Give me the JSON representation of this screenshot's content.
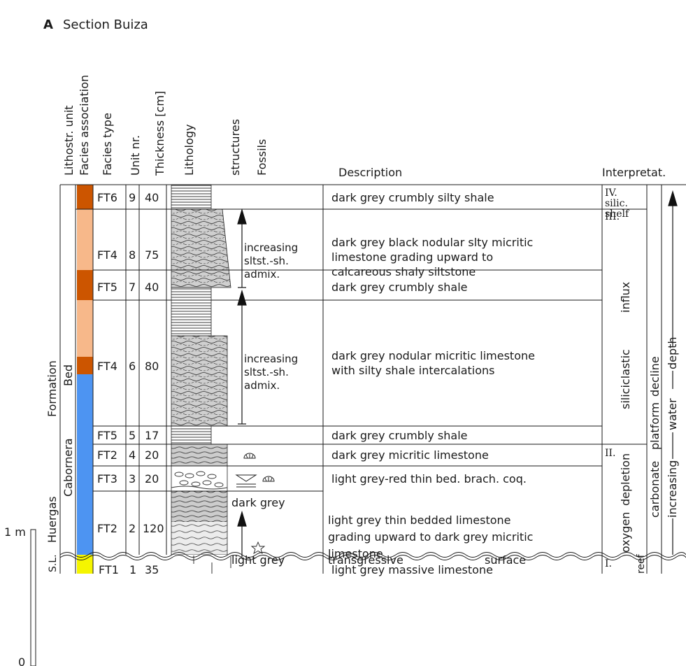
{
  "figure": {
    "panel_letter": "A",
    "panel_title": "Section Buiza"
  },
  "headers": {
    "lithostr_unit": "Lithostr. unit",
    "facies_association": "Facies association",
    "facies_type": "Facies type",
    "unit_nr": "Unit nr.",
    "thickness": "Thickness [cm]",
    "lithology": "Lithology",
    "structures": "structures",
    "fossils": "Fossils",
    "description": "Description",
    "interpretation": "Interpretat."
  },
  "lithostratigraphy": {
    "formation_line1": "Huergas",
    "formation_line2": "Formation",
    "bed_line1": "Cabornera",
    "bed_line2": "Bed",
    "sl": "S.L."
  },
  "scale": {
    "one_m": "1 m",
    "zero": "0"
  },
  "colors": {
    "ft6_ft5": "#cc5500",
    "ft4": "#f7b88a",
    "ft2_ft3": "#4d94f2",
    "ft1": "#f5f500",
    "lithology_fill": "#c8c8c8"
  },
  "units": [
    {
      "facies": "FT6",
      "nr": "9",
      "thickness": "40",
      "description": "dark grey crumbly silty shale"
    },
    {
      "facies": "FT4",
      "nr": "8",
      "thickness": "75",
      "description_lines": [
        "dark grey black nodular slty micritic",
        "limestone grading upward to",
        "calcareous shaly siltstone"
      ]
    },
    {
      "facies": "FT5",
      "nr": "7",
      "thickness": "40",
      "description": "dark grey crumbly shale"
    },
    {
      "facies": "FT4",
      "nr": "6",
      "thickness": "80",
      "description_lines": [
        "dark grey nodular micritic limestone",
        "with silty shale intercalations"
      ]
    },
    {
      "facies": "FT5",
      "nr": "5",
      "thickness": "17",
      "description": "dark grey crumbly shale"
    },
    {
      "facies": "FT2",
      "nr": "4",
      "thickness": "20",
      "description": "dark grey micritic limestone"
    },
    {
      "facies": "FT3",
      "nr": "3",
      "thickness": "20",
      "description": "light grey-red thin bed. brach. coq."
    },
    {
      "facies": "FT2",
      "nr": "2",
      "thickness": "120",
      "description_lines": [
        "light grey thin bedded limestone",
        "grading upward to dark grey micritic",
        "limestone"
      ]
    },
    {
      "facies": "FT1",
      "nr": "1",
      "thickness": "35",
      "description": "light grey massive limestone"
    }
  ],
  "structures_notes": {
    "unit8": [
      "increasing",
      "sltst.-sh.",
      "admix."
    ],
    "unit6": [
      "increasing",
      "sltst.-sh.",
      "admix."
    ],
    "unit2_top": "dark grey",
    "unit2_bottom": "light grey"
  },
  "surface": {
    "left": "transgressive",
    "right": "surface"
  },
  "interpretation": {
    "iv": [
      "IV.",
      "silic.",
      "shelf"
    ],
    "iii": "III.",
    "ii": "II.",
    "i": "I.",
    "reef": "reef",
    "siliciclastic": "siliciclastic",
    "influx": "influx",
    "oxygen": "oxygen",
    "depletion": "depletion",
    "carbonate": "carbonate",
    "platform": "platform",
    "decline": "decline",
    "increasing": "increasing",
    "water": "water",
    "depth": "depth"
  }
}
